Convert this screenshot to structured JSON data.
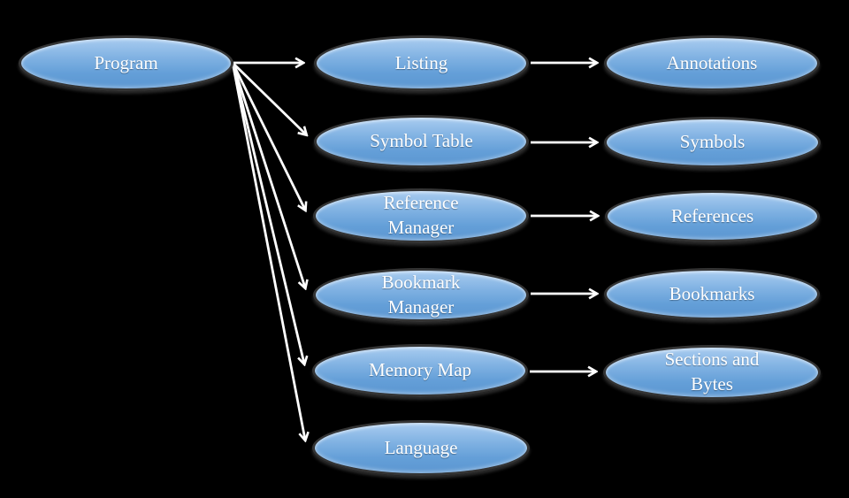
{
  "diagram": {
    "title": "Program object model diagram",
    "background_color": "#000000",
    "node_fill_top": "#a9ccf0",
    "node_fill_bottom": "#5b96d1",
    "node_border_color": "#343434",
    "node_text_color": "#ffffff",
    "arrow_color": "#ffffff",
    "nodes": [
      {
        "id": "program",
        "label": "Program"
      },
      {
        "id": "listing",
        "label": "Listing"
      },
      {
        "id": "symbol-table",
        "label": "Symbol Table"
      },
      {
        "id": "reference-manager",
        "label": "Reference Manager"
      },
      {
        "id": "bookmark-manager",
        "label": "Bookmark Manager"
      },
      {
        "id": "memory-map",
        "label": "Memory Map"
      },
      {
        "id": "language",
        "label": "Language"
      },
      {
        "id": "annotations",
        "label": "Annotations"
      },
      {
        "id": "symbols",
        "label": "Symbols"
      },
      {
        "id": "references",
        "label": "References"
      },
      {
        "id": "bookmarks",
        "label": "Bookmarks"
      },
      {
        "id": "sections-and-bytes",
        "label": "Sections and Bytes"
      }
    ],
    "edges": [
      {
        "from": "program",
        "to": "listing"
      },
      {
        "from": "program",
        "to": "symbol-table"
      },
      {
        "from": "program",
        "to": "reference-manager"
      },
      {
        "from": "program",
        "to": "bookmark-manager"
      },
      {
        "from": "program",
        "to": "memory-map"
      },
      {
        "from": "program",
        "to": "language"
      },
      {
        "from": "listing",
        "to": "annotations"
      },
      {
        "from": "symbol-table",
        "to": "symbols"
      },
      {
        "from": "reference-manager",
        "to": "references"
      },
      {
        "from": "bookmark-manager",
        "to": "bookmarks"
      },
      {
        "from": "memory-map",
        "to": "sections-and-bytes"
      }
    ]
  }
}
